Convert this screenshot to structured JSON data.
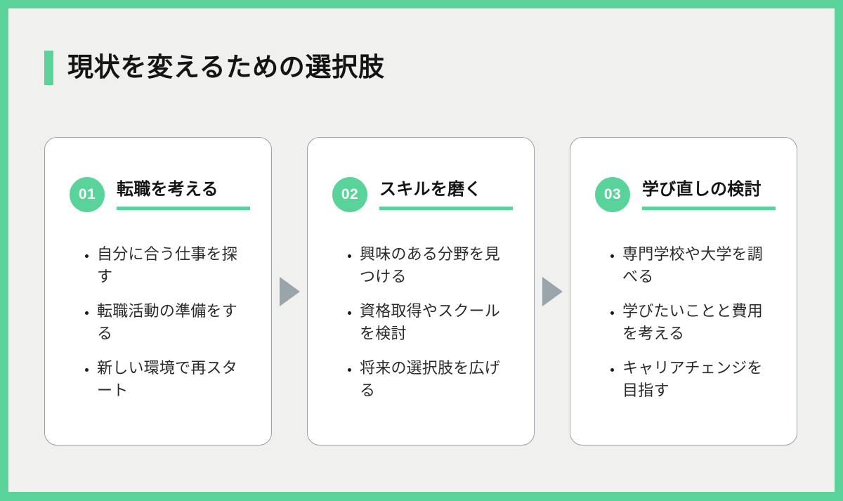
{
  "header": {
    "title": "現状を変えるための選択肢"
  },
  "colors": {
    "accent_green": "#5ad39a",
    "inner_background": "#f0f0ee",
    "card_background": "#ffffff",
    "card_border": "#99a1a6",
    "arrow_gray": "#9aa5ab",
    "heading_text": "#141414",
    "body_text": "#2b2b2b",
    "circle_number_text": "#ffffff"
  },
  "icons": {
    "arrow": "right-triangle-icon"
  },
  "cards": [
    {
      "number": "01",
      "heading": "転職を考える",
      "bullets": [
        "自分に合う仕事を探す",
        "転職活動の準備をする",
        "新しい環境で再スタート"
      ]
    },
    {
      "number": "02",
      "heading": "スキルを磨く",
      "bullets": [
        "興味のある分野を見つける",
        "資格取得やスクールを検討",
        "将来の選択肢を広げる"
      ]
    },
    {
      "number": "03",
      "heading": "学び直しの検討",
      "bullets": [
        "専門学校や大学を調べる",
        "学びたいことと費用を考える",
        "キャリアチェンジを目指す"
      ]
    }
  ]
}
